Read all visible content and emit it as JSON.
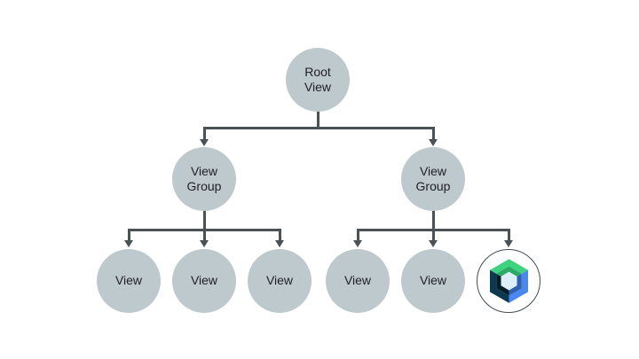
{
  "diagram": {
    "type": "tree",
    "description": "Android View hierarchy tree with a Jetpack Compose node as a leaf",
    "nodes": {
      "root": {
        "label": "Root View"
      },
      "group_left": {
        "label": "View Group"
      },
      "group_right": {
        "label": "View Group"
      },
      "view_l1": {
        "label": "View"
      },
      "view_l2": {
        "label": "View"
      },
      "view_l3": {
        "label": "View"
      },
      "view_r1": {
        "label": "View"
      },
      "view_r2": {
        "label": "View"
      },
      "compose_node": {
        "icon": "jetpack-compose-logo"
      }
    },
    "edges": [
      {
        "from": "root",
        "to": "group_left"
      },
      {
        "from": "root",
        "to": "group_right"
      },
      {
        "from": "group_left",
        "to": "view_l1"
      },
      {
        "from": "group_left",
        "to": "view_l2"
      },
      {
        "from": "group_left",
        "to": "view_l3"
      },
      {
        "from": "group_right",
        "to": "view_r1"
      },
      {
        "from": "group_right",
        "to": "view_r2"
      },
      {
        "from": "group_right",
        "to": "compose_node"
      }
    ],
    "colors": {
      "node_fill": "#bec9ce",
      "node_text": "#202124",
      "connector": "#4b5256",
      "compose_border": "#454d52",
      "logo_green_light": "#3ed47f",
      "logo_green_dark": "#2aaa66",
      "logo_blue_light": "#4a87f2",
      "logo_blue_dark": "#2e62ae",
      "logo_navy": "#0d3950",
      "logo_navy_dark": "#061e2c",
      "logo_center": "#ddeef8"
    }
  }
}
